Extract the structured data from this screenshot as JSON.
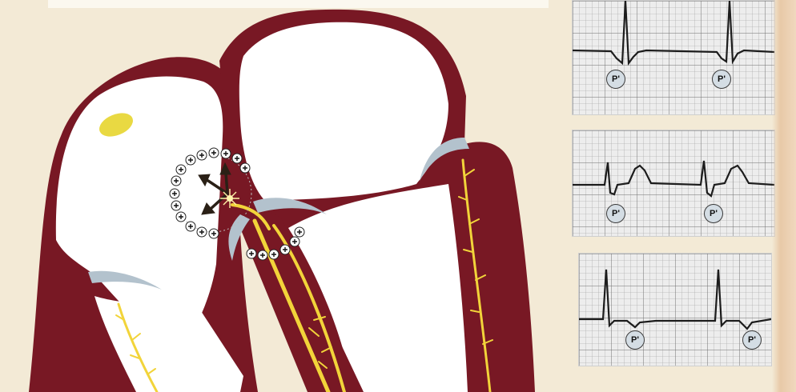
{
  "colors": {
    "background": "#f3ead6",
    "myocardium": "#781824",
    "conduction": "#f2d43a",
    "valve": "#b3c2cd",
    "ecg_grid": "#9a9a9a",
    "ecg_trace": "#1c1c1c"
  },
  "icons": {
    "ectopic_focus": "starburst-icon",
    "charge": "plus-circle-icon",
    "direction": "arrow-icon"
  },
  "ecg_strips": [
    {
      "labels": [
        "P'",
        "P'"
      ]
    },
    {
      "labels": [
        "P'",
        "P'"
      ]
    },
    {
      "labels": [
        "P'",
        "P'"
      ]
    }
  ]
}
